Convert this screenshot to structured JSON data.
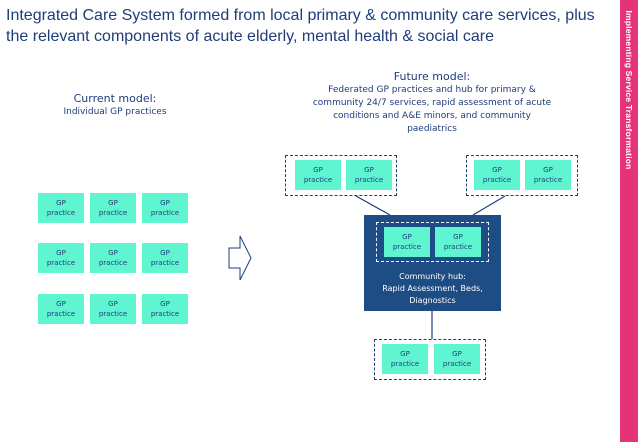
{
  "title": "Integrated Care System formed from local primary & community care services, plus the relevant components of acute elderly, mental health & social care",
  "side_label": "Implementing Service Transformation",
  "current_model": {
    "heading": "Current model:",
    "subheading": "Individual GP practices"
  },
  "future_model": {
    "heading": "Future model:",
    "subheading": "Federated GP practices and hub for primary & community 24/7 services, rapid assessment of acute conditions and A&E minors, and community paediatrics"
  },
  "gp_label": [
    "GP",
    "practice"
  ],
  "hub": {
    "label_lines": [
      "Community hub:",
      "Rapid Assessment, Beds,",
      "Diagnostics"
    ]
  },
  "colors": {
    "navy": "#1f3d78",
    "hub": "#1e4c84",
    "gp_box": "#5ff5d1",
    "side_bar": "#e5337a"
  }
}
